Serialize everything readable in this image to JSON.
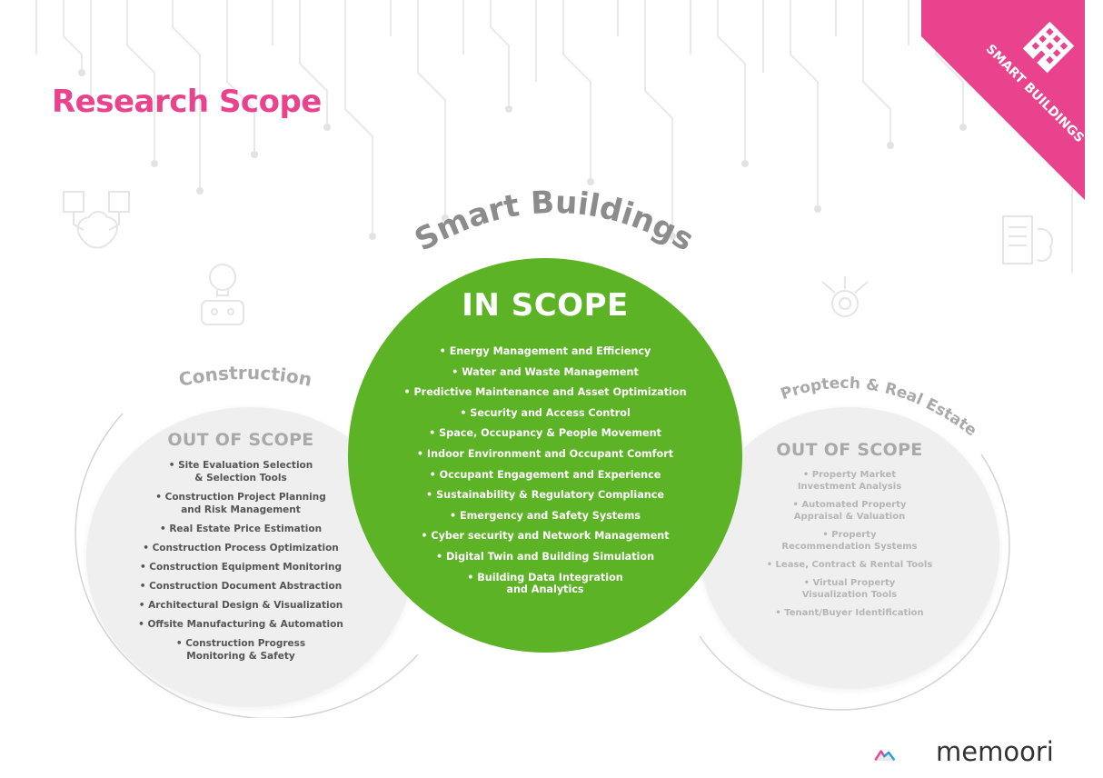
{
  "header": {
    "title": "Research Scope"
  },
  "ribbon": {
    "label": "SMART BUILDINGS",
    "color": "#e8438c"
  },
  "center": {
    "arc_title": "Smart Buildings",
    "heading": "IN SCOPE",
    "color": "#5cb326",
    "items": [
      "• Energy Management and Efficiency",
      "• Water and Waste Management",
      "• Predictive Maintenance and Asset Optimization",
      "• Security and Access Control",
      "• Space, Occupancy & People Movement",
      "• Indoor Environment and Occupant Comfort",
      "• Occupant Engagement and Experience",
      "• Sustainability & Regulatory Compliance",
      "• Emergency and Safety Systems",
      "• Cyber security and Network Management",
      "• Digital Twin and Building Simulation",
      "• Building Data Integration\nand Analytics"
    ]
  },
  "left": {
    "arc_title": "Construction",
    "heading": "OUT OF SCOPE",
    "items": [
      "• Site Evaluation Selection\n& Selection Tools",
      "• Construction Project Planning\nand Risk Management",
      "• Real Estate Price Estimation",
      "• Construction Process Optimization",
      "• Construction Equipment Monitoring",
      "• Construction Document Abstraction",
      "• Architectural Design & Visualization",
      "• Offsite Manufacturing & Automation",
      "• Construction Progress\nMonitoring & Safety"
    ]
  },
  "right": {
    "arc_title": "Proptech & Real Estate",
    "heading": "OUT OF SCOPE",
    "items": [
      "• Property Market\nInvestment Analysis",
      "• Automated Property\nAppraisal & Valuation",
      "• Property\nRecommendation Systems",
      "• Lease, Contract & Rental Tools",
      "• Virtual Property\nVisualization Tools",
      "• Tenant/Buyer Identification"
    ]
  },
  "logo": {
    "text": "memoori"
  },
  "colors": {
    "accent": "#e8438c",
    "in_scope": "#5cb326",
    "side_circle": "#efefef",
    "muted_text": "#a9a9a9"
  },
  "icons": [
    "circuit-background-icon",
    "brain-chip-icon",
    "robot-lightbulb-icon",
    "gear-circuit-icon",
    "document-brain-icon",
    "building-icon"
  ]
}
